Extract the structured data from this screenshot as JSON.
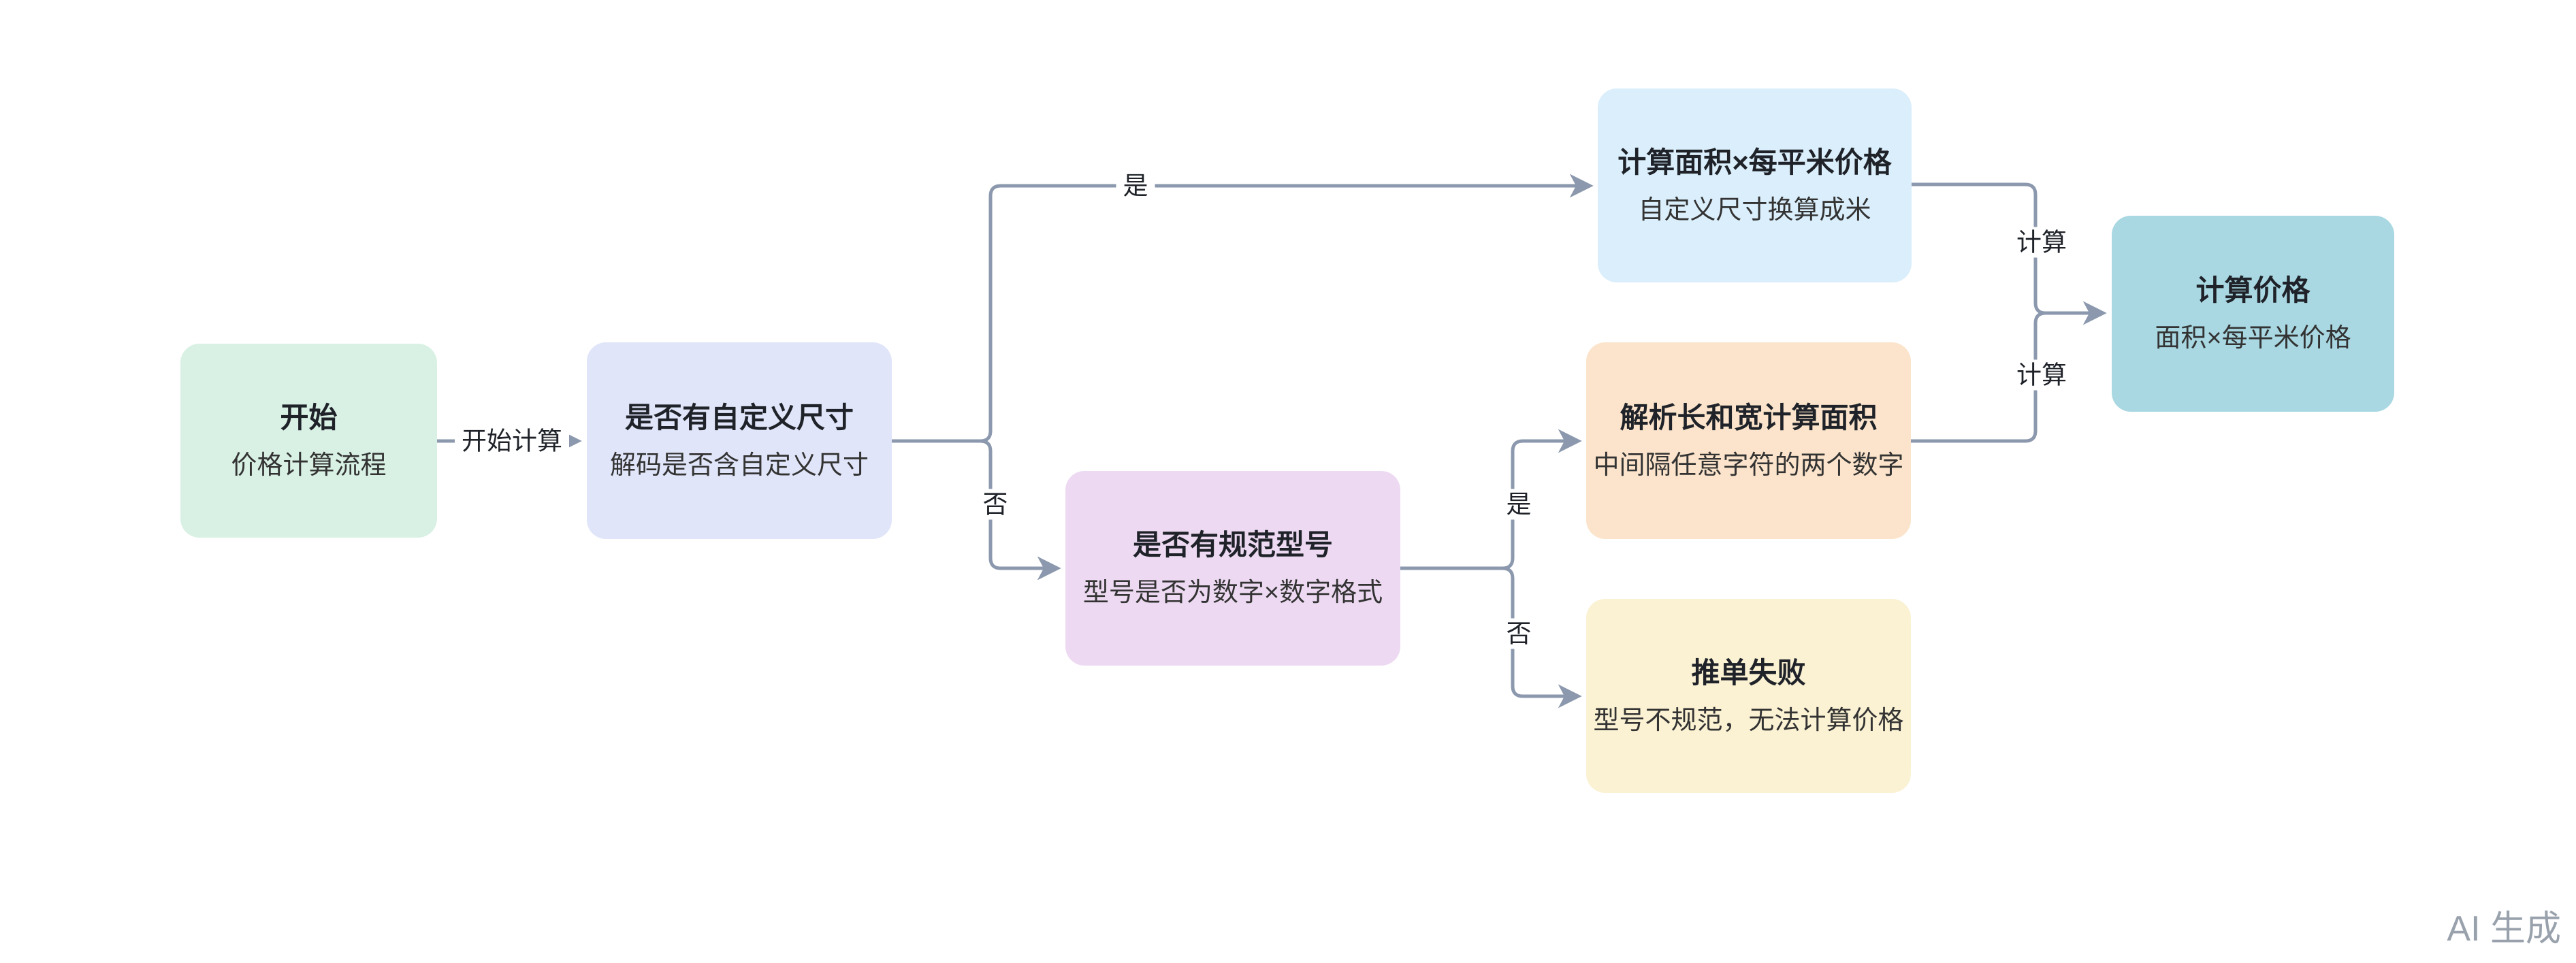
{
  "nodes": [
    {
      "id": "start",
      "title": "开始",
      "subtitle": "价格计算流程",
      "fill": "#d9f1e4"
    },
    {
      "id": "has-custom-size",
      "title": "是否有自定义尺寸",
      "subtitle": "解码是否含自定义尺寸",
      "fill": "#e0e5f9"
    },
    {
      "id": "calc-area-times-price",
      "title": "计算面积×每平米价格",
      "subtitle": "自定义尺寸换算成米",
      "fill": "#daeefb"
    },
    {
      "id": "has-standard-model",
      "title": "是否有规范型号",
      "subtitle": "型号是否为数字×数字格式",
      "fill": "#eddaf2"
    },
    {
      "id": "parse-length-width",
      "title": "解析长和宽计算面积",
      "subtitle": "中间隔任意字符的两个数字",
      "fill": "#fbe4cb"
    },
    {
      "id": "push-order-fail",
      "title": "推单失败",
      "subtitle": "型号不规范，无法计算价格",
      "fill": "#fbf1d3"
    },
    {
      "id": "calc-price",
      "title": "计算价格",
      "subtitle": "面积×每平米价格",
      "fill": "#a9d8e2"
    }
  ],
  "edge_labels": {
    "start_calc": "开始计算",
    "custom_yes": "是",
    "custom_no": "否",
    "model_yes": "是",
    "model_no": "否",
    "calc_from_area": "计算",
    "calc_from_parse": "计算"
  },
  "watermark": "AI 生成",
  "colors": {
    "background": "#ffffff",
    "connector": "#8b98ad",
    "title_text": "#1f2329",
    "subtitle_text": "#333333",
    "watermark_text": "#99a2ac"
  }
}
